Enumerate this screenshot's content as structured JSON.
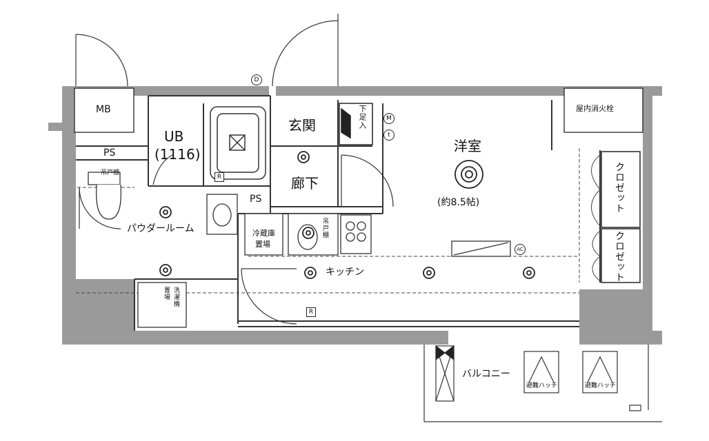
{
  "rooms": {
    "mb": "MB",
    "ps_left": "PS",
    "ub": "UB",
    "ub_size": "(1116)",
    "genkan": "玄関",
    "getabako": "下足入",
    "yoshitsu": "洋室",
    "yoshitsu_size": "(約8.5帖)",
    "shokasen": "屋内消火栓",
    "closet_1": "クロゼット",
    "closet_2": "クロゼット",
    "roka": "廊下",
    "ps_center": "PS",
    "powder": "パウダールーム",
    "fridge_1": "冷蔵庫",
    "fridge_2": "置場",
    "kitchen": "キッチン",
    "washer_1": "洗濯機",
    "washer_2": "置場",
    "shelf": "吊戸棚",
    "shelf_2": "吊戸棚",
    "balcony": "バルコニー",
    "evac_1": "避難ハッチ",
    "evac_2": "避難ハッチ",
    "ac": "AC",
    "d": "D",
    "m": "M",
    "t": "t",
    "r": "R",
    "r2": "R"
  }
}
